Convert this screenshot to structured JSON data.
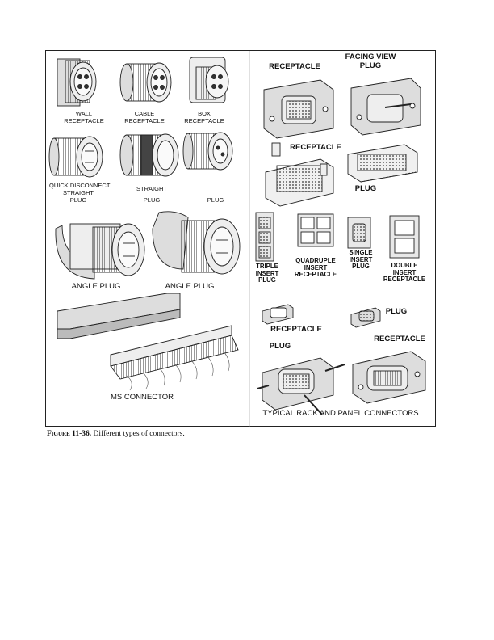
{
  "caption": {
    "figure_label": "Figure 11-36.",
    "text": " Different types of connectors."
  },
  "labels": {
    "wall_receptacle": [
      "WALL",
      "RECEPTACLE"
    ],
    "cable_receptacle": [
      "CABLE",
      "RECEPTACLE"
    ],
    "box_receptacle": [
      "BOX",
      "RECEPTACLE"
    ],
    "quick_disconnect": [
      "QUICK DISCONNECT",
      "STRAIGHT",
      "PLUG"
    ],
    "straight_plug": [
      "STRAIGHT",
      "PLUG"
    ],
    "plug": "PLUG",
    "angle_plug_left": "ANGLE PLUG",
    "angle_plug_right": "ANGLE PLUG",
    "ms_connector": "MS CONNECTOR",
    "facing_view": [
      "FACING VIEW",
      "PLUG"
    ],
    "receptacle_top": "RECEPTACLE",
    "receptacle_mid": "RECEPTACLE",
    "plug_mid": "PLUG",
    "triple_insert": [
      "TRIPLE",
      "INSERT",
      "PLUG"
    ],
    "quadruple_insert": [
      "QUADRUPLE",
      "INSERT",
      "RECEPTACLE"
    ],
    "single_insert": [
      "SINGLE",
      "INSERT",
      "PLUG"
    ],
    "double_insert": [
      "DOUBLE",
      "INSERT",
      "RECEPTACLE"
    ],
    "plug_small": "PLUG",
    "receptacle_small": "RECEPTACLE",
    "plug_bottom": "PLUG",
    "receptacle_bottom": "RECEPTACLE",
    "rack_panel": "TYPICAL RACK AND PANEL CONNECTORS"
  }
}
